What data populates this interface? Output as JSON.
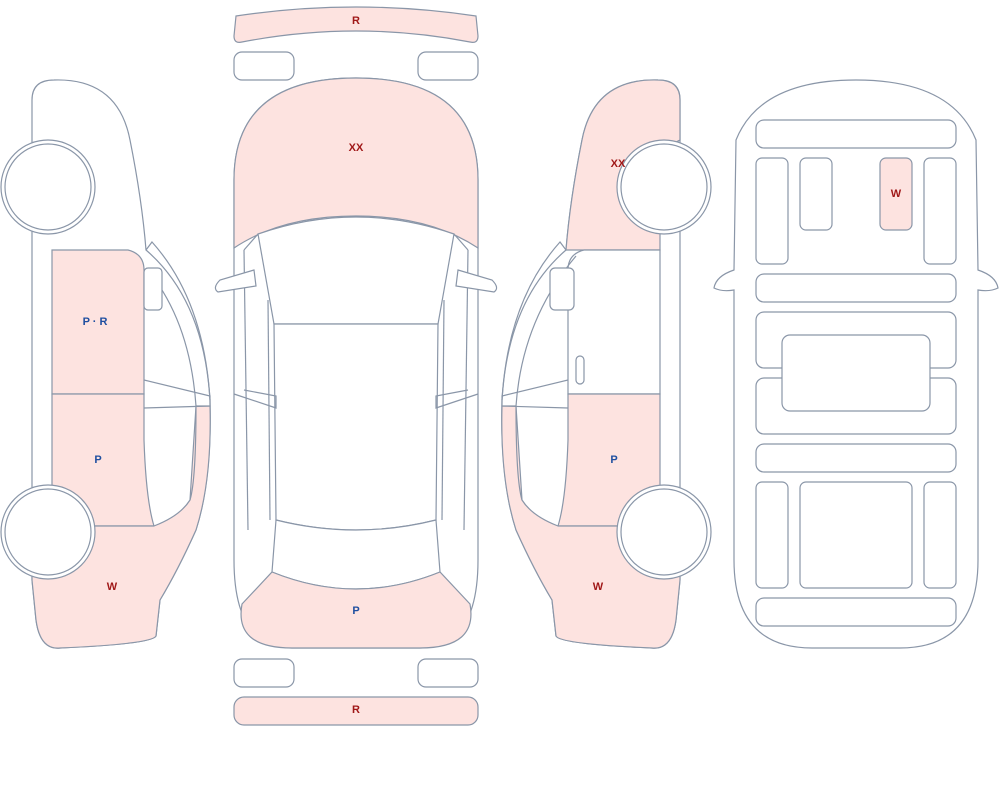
{
  "colors": {
    "outline": "#8a96a8",
    "damage_fill": "#fde3e0",
    "label_red": "#a01818",
    "label_blue": "#1f4fa0"
  },
  "labels": {
    "front_bumper": "R",
    "hood": "XX",
    "trunk": "P",
    "rear_bumper": "R",
    "left_front_door": "P · R",
    "left_rear_door": "P",
    "left_rear_quarter": "W",
    "right_front_fender": "XX",
    "right_rear_door": "P",
    "right_rear_quarter": "W",
    "interior_seat": "W"
  }
}
